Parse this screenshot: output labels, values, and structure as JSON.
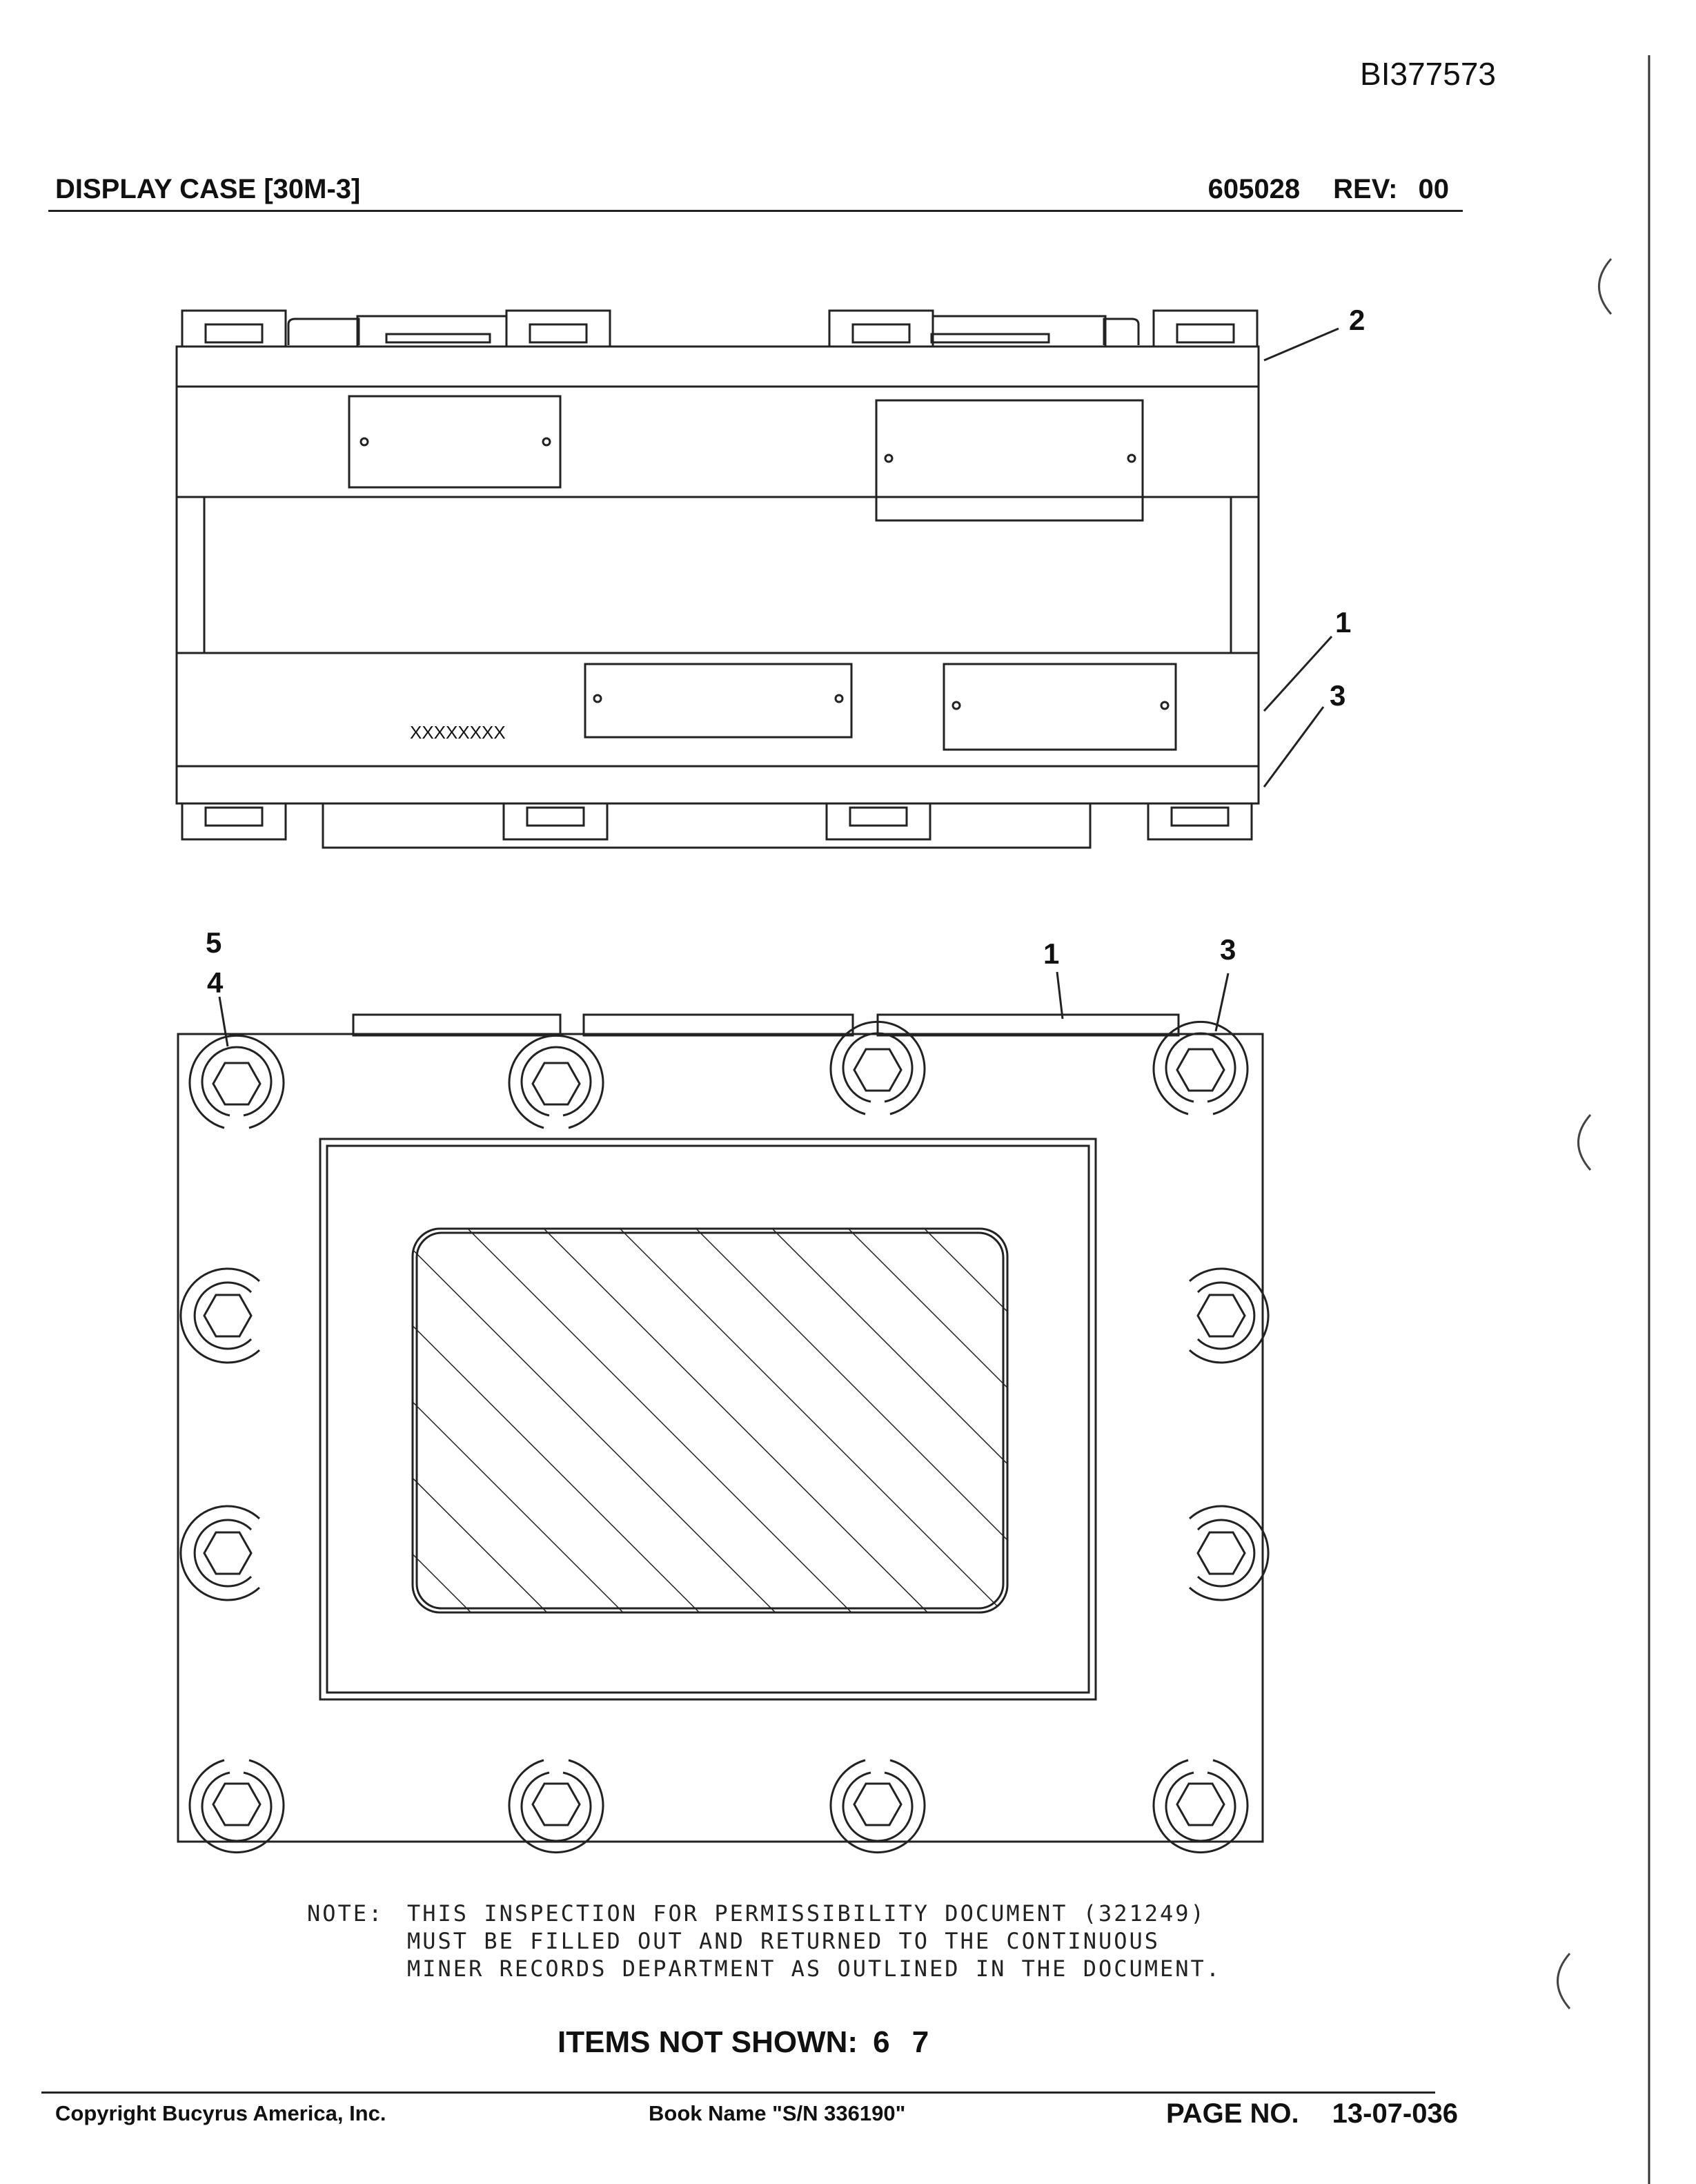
{
  "header": {
    "doc_id": "BI377573",
    "title": "DISPLAY CASE [30M-3]",
    "part_number": "605028",
    "rev_label": "REV:",
    "rev_value": "00"
  },
  "drawing": {
    "top_view_marking": "XXXXXXXX",
    "callouts_top_view": [
      "2",
      "1",
      "3"
    ],
    "callouts_front_view": [
      "5",
      "4",
      "1",
      "3"
    ]
  },
  "note": {
    "label": "NOTE:",
    "lines": [
      "THIS INSPECTION FOR PERMISSIBILITY DOCUMENT (321249)",
      "MUST BE FILLED OUT AND RETURNED TO THE CONTINUOUS",
      "MINER RECORDS DEPARTMENT AS OUTLINED IN THE DOCUMENT."
    ]
  },
  "items_not_shown": {
    "label": "ITEMS NOT SHOWN:",
    "values": "6 7"
  },
  "footer": {
    "copyright": "Copyright Bucyrus America, Inc.",
    "book_name": "Book Name \"S/N 336190\"",
    "page_label": "PAGE NO.",
    "page_value": "13-07-036"
  }
}
